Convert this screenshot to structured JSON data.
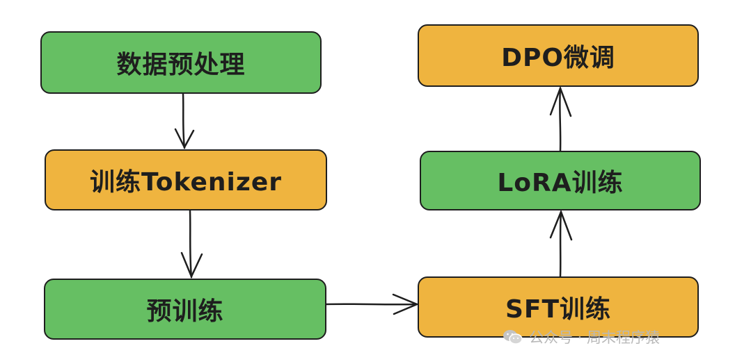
{
  "nodes": {
    "data_preprocessing": "数据预处理",
    "train_tokenizer": "训练Tokenizer",
    "pretraining": "预训练",
    "dpo_finetune": "DPO微调",
    "lora_training": "LoRA训练",
    "sft_training": "SFT训练"
  },
  "colors": {
    "green": "#66bf63",
    "orange": "#efb43f",
    "stroke": "#1e1e1e"
  },
  "watermark": {
    "text": "公众号 · 周末程序猿",
    "icon": "wechat-icon"
  }
}
